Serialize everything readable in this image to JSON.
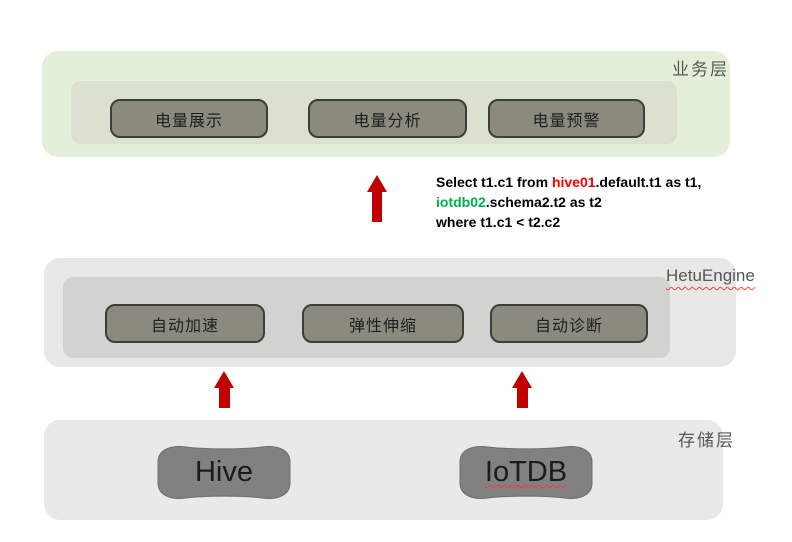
{
  "business": {
    "label": "业务层",
    "buttons": [
      "电量展示",
      "电量分析",
      "电量预警"
    ]
  },
  "hetu": {
    "label": "HetuEngine",
    "buttons": [
      "自动加速",
      "弹性伸缩",
      "自动诊断"
    ]
  },
  "storage": {
    "label": "存储层",
    "nodes": [
      "Hive",
      "IoTDB"
    ]
  },
  "sql": {
    "line1": [
      {
        "text": "Select t1.c1 from ",
        "color": "#000000"
      },
      {
        "text": "hive01",
        "color": "#ff0000"
      },
      {
        "text": ".default.t1 as t1,",
        "color": "#000000"
      }
    ],
    "line2": [
      {
        "text": "iotdb02",
        "color": "#00b050"
      },
      {
        "text": ".schema2.t2 as t2",
        "color": "#000000"
      }
    ],
    "line3": [
      {
        "text": "where t1.c1 < t2.c2",
        "color": "#000000"
      }
    ]
  },
  "colors": {
    "arrow": "#c00000",
    "layer_label": "#575757",
    "business_box": "#e3efd9",
    "business_panel": "#dbe0d0",
    "hetu_box": "#e8e8e7",
    "hetu_panel": "#d2d2d0",
    "storage_box": "#e9e9e9",
    "button_fill": "#8a8a7f",
    "button_border": "#3d3d3a",
    "node_fill": "#818181",
    "sql_highlight_red": "#ff0000",
    "sql_highlight_green": "#00b050"
  }
}
